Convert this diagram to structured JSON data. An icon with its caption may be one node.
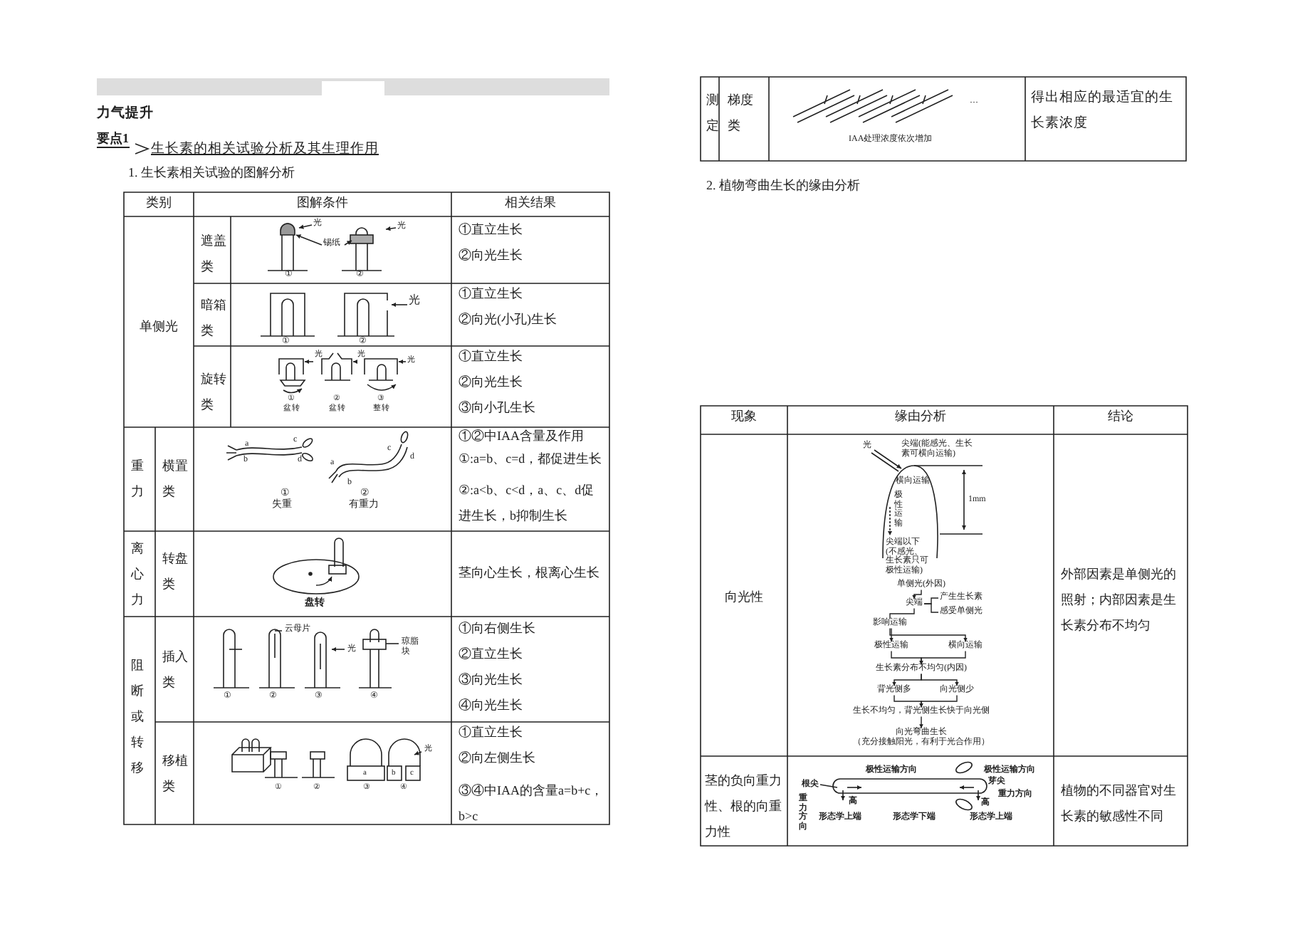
{
  "diagram": {
    "title": "力气提升",
    "nodes": [
      {
        "text": [
          "单侧光(外因)"
        ]
      },
      {
        "text": [
          "尖端"
        ]
      },
      {
        "text": [
          "产生生长素"
        ]
      },
      {
        "text": [
          "感受单侧光"
        ]
      },
      {
        "text": [
          "影响运输"
        ]
      },
      {
        "text": [
          "极性运输"
        ]
      },
      {
        "text": [
          "横向运输"
        ]
      },
      {
        "text": [
          "生长素分布不均匀(内因)"
        ]
      },
      {
        "text": [
          "背光侧多"
        ]
      },
      {
        "text": [
          "向光侧少"
        ]
      },
      {
        "text": [
          "生长不均匀，背光侧生长快于向光侧"
        ]
      },
      {
        "text": [
          "向光弯曲生长",
          "（充分接触阳光，有利于光合作用）"
        ]
      }
    ],
    "edges": [
      {
        "from": 0,
        "to": 1,
        "arrow": "to"
      },
      {
        "from": 1,
        "to": 2,
        "arrow": "none"
      },
      {
        "from": 1,
        "to": 3,
        "arrow": "none"
      },
      {
        "from": 1,
        "to": 4,
        "arrow": "none"
      },
      {
        "from": 4,
        "to": 5,
        "arrow": "to"
      },
      {
        "from": 4,
        "to": 6,
        "arrow": "to"
      },
      {
        "from": 5,
        "to": 7,
        "arrow": "to"
      },
      {
        "from": 6,
        "to": 7,
        "arrow": "to"
      },
      {
        "from": 7,
        "to": 8,
        "arrow": "to"
      },
      {
        "from": 7,
        "to": 9,
        "arrow": "to"
      },
      {
        "from": 8,
        "to": 10,
        "arrow": "to"
      },
      {
        "from": 9,
        "to": 10,
        "arrow": "to"
      },
      {
        "from": 10,
        "to": 11,
        "arrow": "to"
      }
    ],
    "labels": [
      "要点1",
      "生长素的相关试验分析及其生理作用",
      "1. 生长素相关试验的图解分析",
      "类别",
      "图解条件",
      "相关结果",
      "单侧光",
      "遮盖类",
      "光",
      "锡纸",
      "光",
      "①",
      "②",
      "①直立生长",
      "②向光生长",
      "暗箱类",
      "光",
      "①",
      "②",
      "①直立生长",
      "②向光(小孔)生长",
      "旋转类",
      "光",
      "光",
      "光",
      "①",
      "盆转",
      "②",
      "盆转",
      "③",
      "整转",
      "①直立生长",
      "②向光生长",
      "③向小孔生长",
      "重力",
      "横置类",
      "a",
      "b",
      "c",
      "d",
      "a",
      "b",
      "c",
      "d",
      "①",
      "失重",
      "②",
      "有重力",
      "①②中IAA含量及作用",
      "①:a=b、c=d，都促进生长",
      "②:a<b、c<d，a、c、d促进生长，b抑制生长",
      "离心力",
      "转盘类",
      "盘转",
      "茎向心生长，根离心生长",
      "阻断或转移",
      "插入类",
      "云母片",
      "光",
      "琼脂块",
      "①",
      "②",
      "③",
      "④",
      "①向右侧生长",
      "②直立生长",
      "③向光生长",
      "④向光生长",
      "移植类",
      "光",
      "a",
      "b",
      "c",
      "①",
      "②",
      "③",
      "④",
      "①直立生长",
      "②向左侧生长",
      "③④中IAA的含量a=b+c，b>c",
      "测定",
      "梯度类",
      "…",
      "IAA处理浓度依次增加",
      "得出相应的最适宜的生长素浓度",
      "2. 植物弯曲生长的缘由分析",
      "现象",
      "缘由分析",
      "结论",
      "向光性",
      "光",
      "尖端(能感光、生长素可横向运输)",
      "横向运输",
      "极性运输",
      "1mm",
      "尖端以下(不感光、生长素只可极性运输)",
      "外部因素是单侧光的照射；内部因素是生长素分布不均匀",
      "茎的负向重力性、根的向重力性",
      "极性运输方向",
      "根尖",
      "重力方向",
      "高",
      "形态学上端",
      "形态学下端",
      "极性运输方向",
      "芽尖",
      "重力方向",
      "高",
      "形态学上端",
      "植物的不同器官对生长素的敏感性不同"
    ]
  }
}
